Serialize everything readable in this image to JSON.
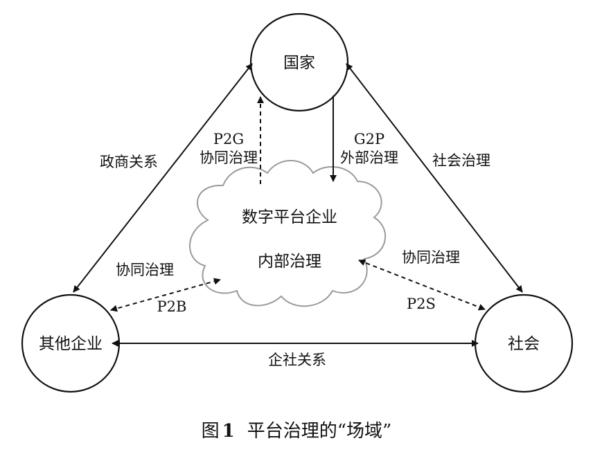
{
  "nodes": {
    "state": "国家",
    "other_enterprises": "其他企业",
    "society": "社会",
    "platform_line1": "数字平台企业",
    "platform_line2": "内部治理"
  },
  "edges": {
    "gov_business": "政商关系",
    "social_governance": "社会治理",
    "enterprise_society": "企社关系",
    "p2g_code": "P2G",
    "p2g_label": "协同治理",
    "g2p_code": "G2P",
    "g2p_label": "外部治理",
    "p2b_label": "协同治理",
    "p2b_code": "P2B",
    "p2s_label": "协同治理",
    "p2s_code": "P2S"
  },
  "caption": {
    "prefix": "图",
    "number": "1",
    "title": "平台治理的“场域”"
  }
}
